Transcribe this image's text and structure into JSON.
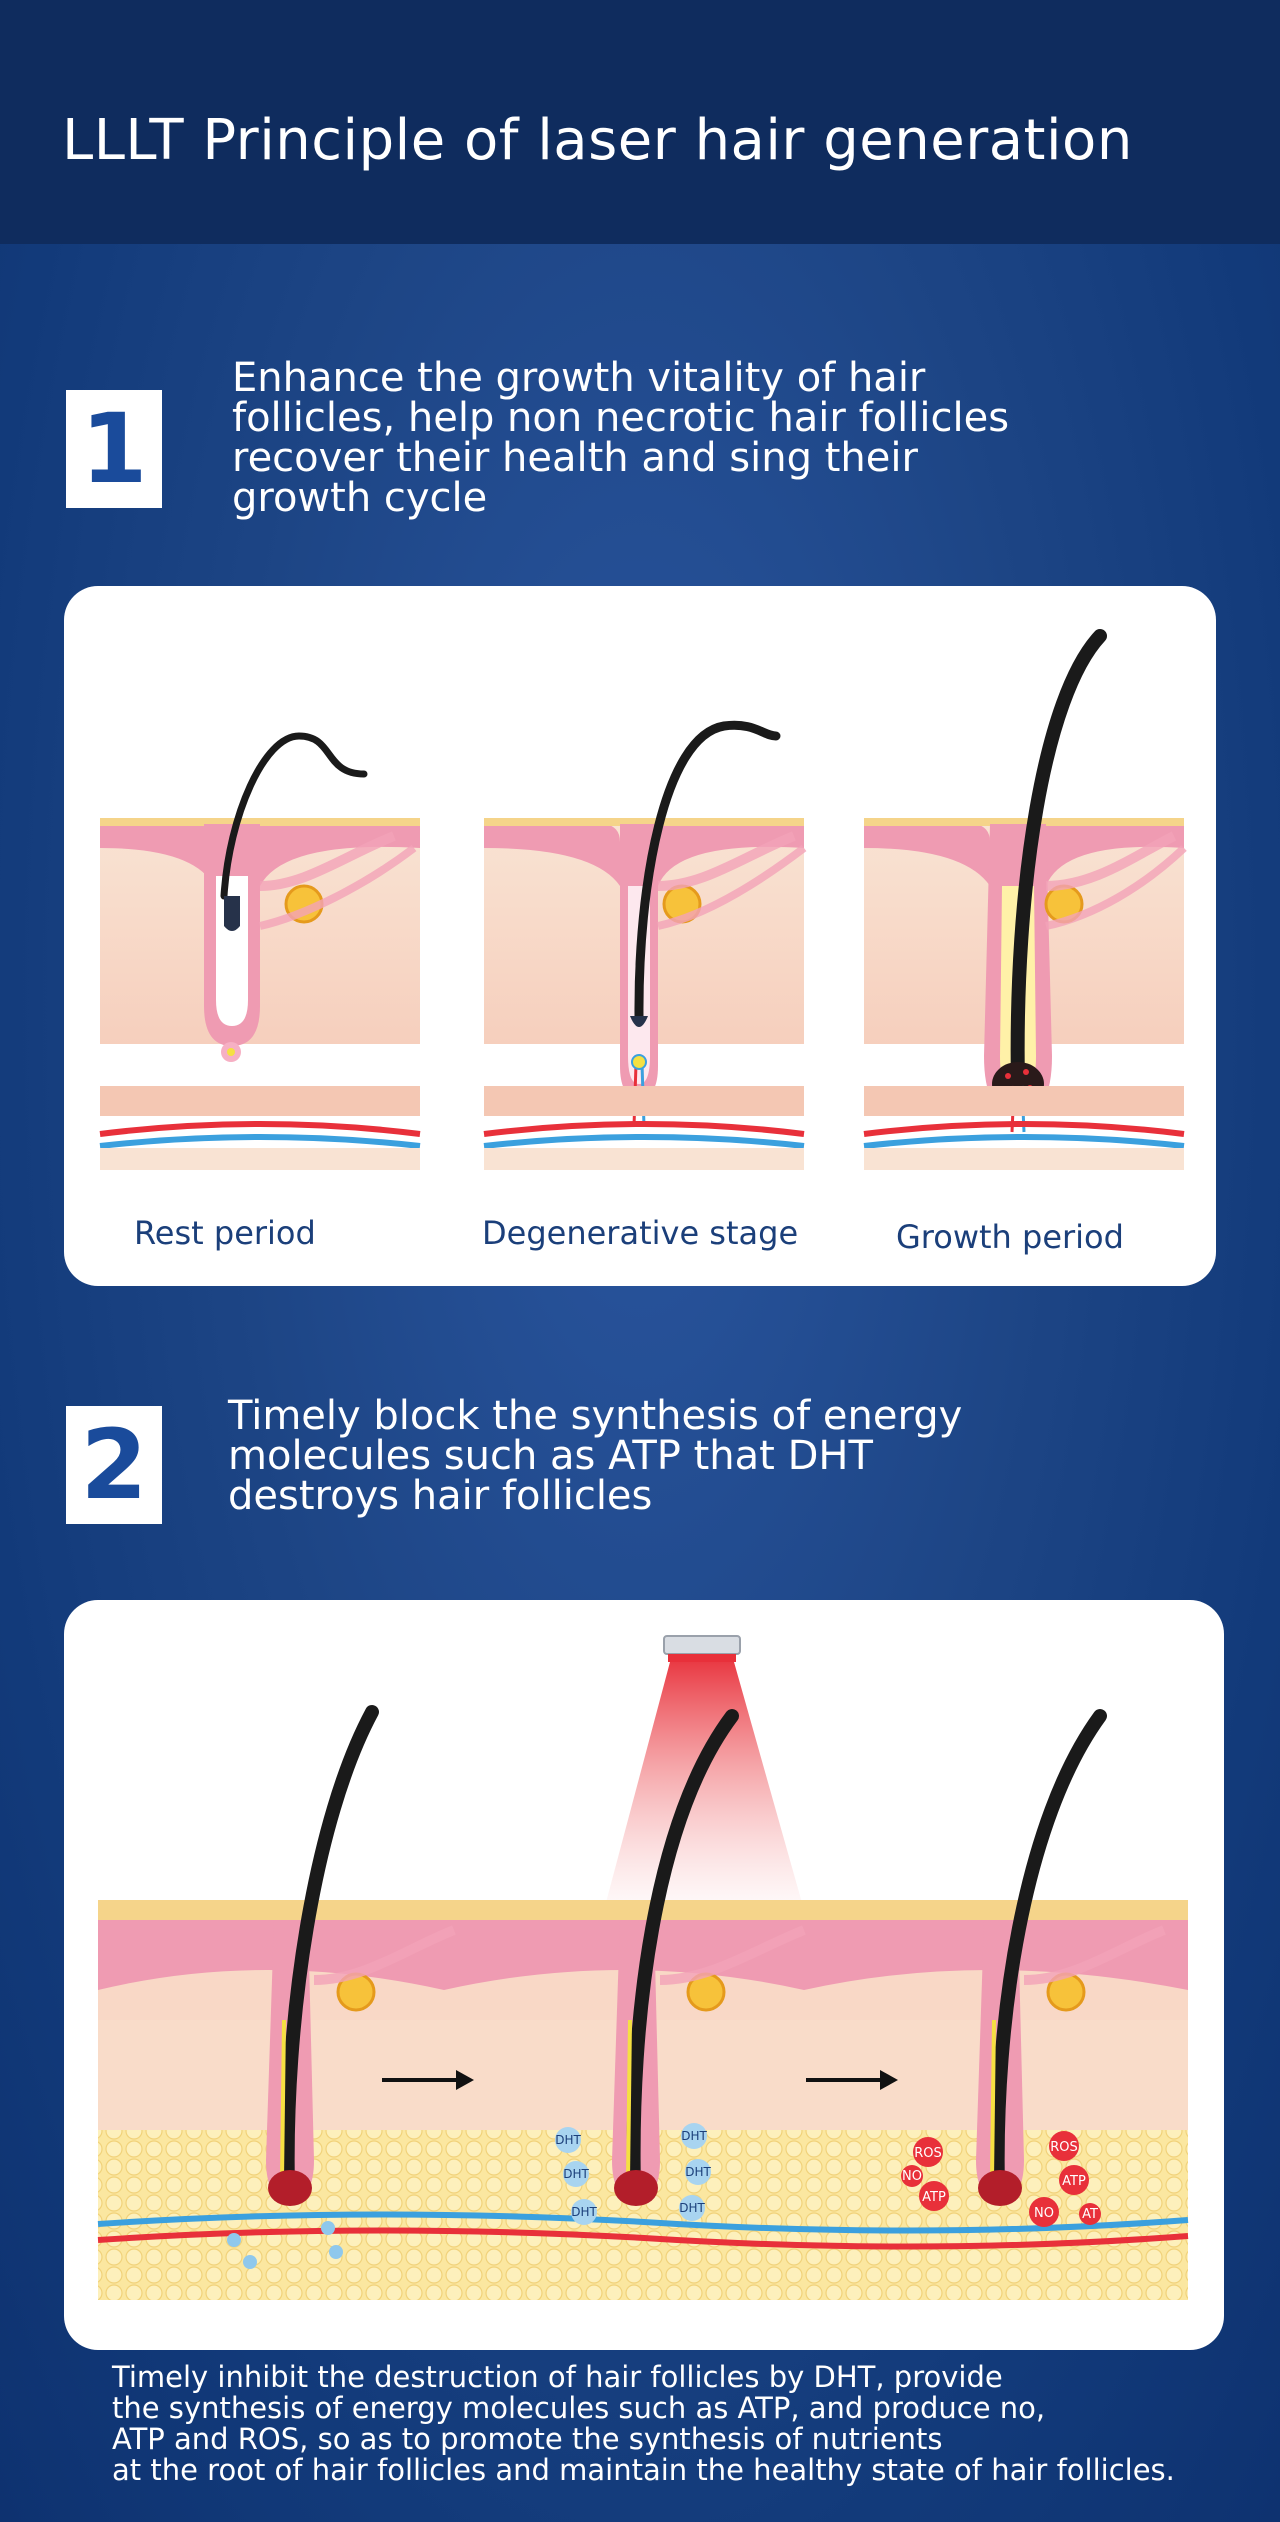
{
  "header": {
    "title": "LLLT Principle of laser hair generation"
  },
  "section1": {
    "number": "1",
    "heading_lines": [
      "Enhance the growth vitality of hair",
      "follicles, help non necrotic hair follicles",
      "recover their health and sing their",
      "growth cycle"
    ],
    "stages": [
      {
        "label": "Rest period"
      },
      {
        "label": "Degenerative stage"
      },
      {
        "label": "Growth period"
      }
    ]
  },
  "section2": {
    "number": "2",
    "heading_lines": [
      "Timely block the synthesis of energy",
      "molecules such as ATP that DHT",
      "destroys hair follicles"
    ],
    "molecule_labels": {
      "dht": "DHT",
      "ros": "ROS",
      "atp": "ATP",
      "no": "NO",
      "atp_short": "AT"
    },
    "footer_lines": [
      "Timely inhibit the destruction of hair follicles by DHT, provide",
      "the synthesis of energy molecules such as ATP, and produce no,",
      "ATP and ROS, so as to promote the synthesis of nutrients",
      "at the root of hair follicles and maintain the healthy state of hair follicles."
    ]
  },
  "colors": {
    "navy": "#0f2c5e",
    "blue_bg": "#1d4585",
    "skin": "#f9dcc9",
    "skin_pink": "#ef9bb2",
    "fat_yellow": "#f7e08f",
    "laser_red": "#e8303a",
    "hair": "#1a1a1a"
  }
}
